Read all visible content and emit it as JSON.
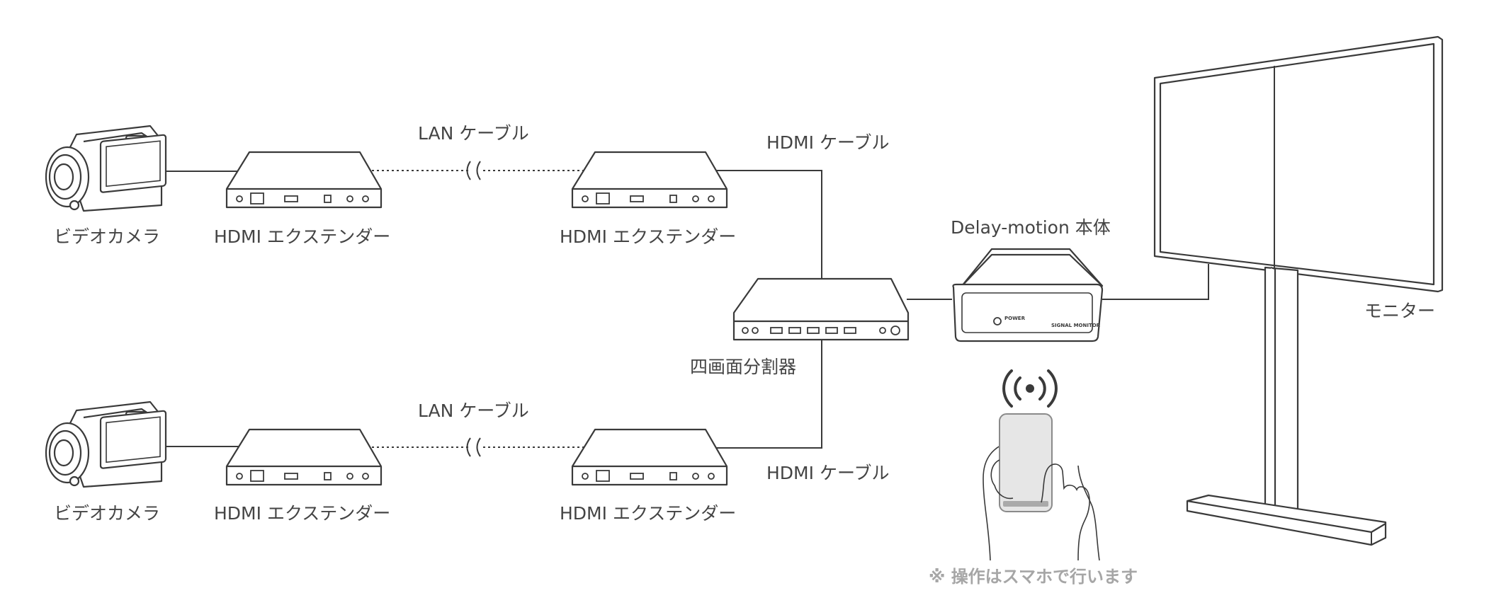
{
  "labels": {
    "camera_1": "ビデオカメラ",
    "camera_2": "ビデオカメラ",
    "extender_1": "HDMI エクステンダー",
    "extender_2": "HDMI エクステンダー",
    "extender_3": "HDMI エクステンダー",
    "extender_4": "HDMI エクステンダー",
    "lan_cable_1": "LAN ケーブル",
    "lan_cable_2": "LAN ケーブル",
    "hdmi_cable_1": "HDMI ケーブル",
    "hdmi_cable_2": "HDMI ケーブル",
    "splitter": "四画面分割器",
    "delay_motion": "Delay-motion 本体",
    "monitor": "モニター",
    "note": "※ 操作はスマホで行います"
  },
  "device_text": {
    "power": "POWER",
    "signal_monitor": "SIGNAL MONITOR"
  },
  "colors": {
    "line": "#3a3a3a",
    "label": "#444444",
    "note": "#a6a6a6",
    "phone_glass": "#e6e6e6",
    "phone_bar": "#aaaaaa"
  }
}
